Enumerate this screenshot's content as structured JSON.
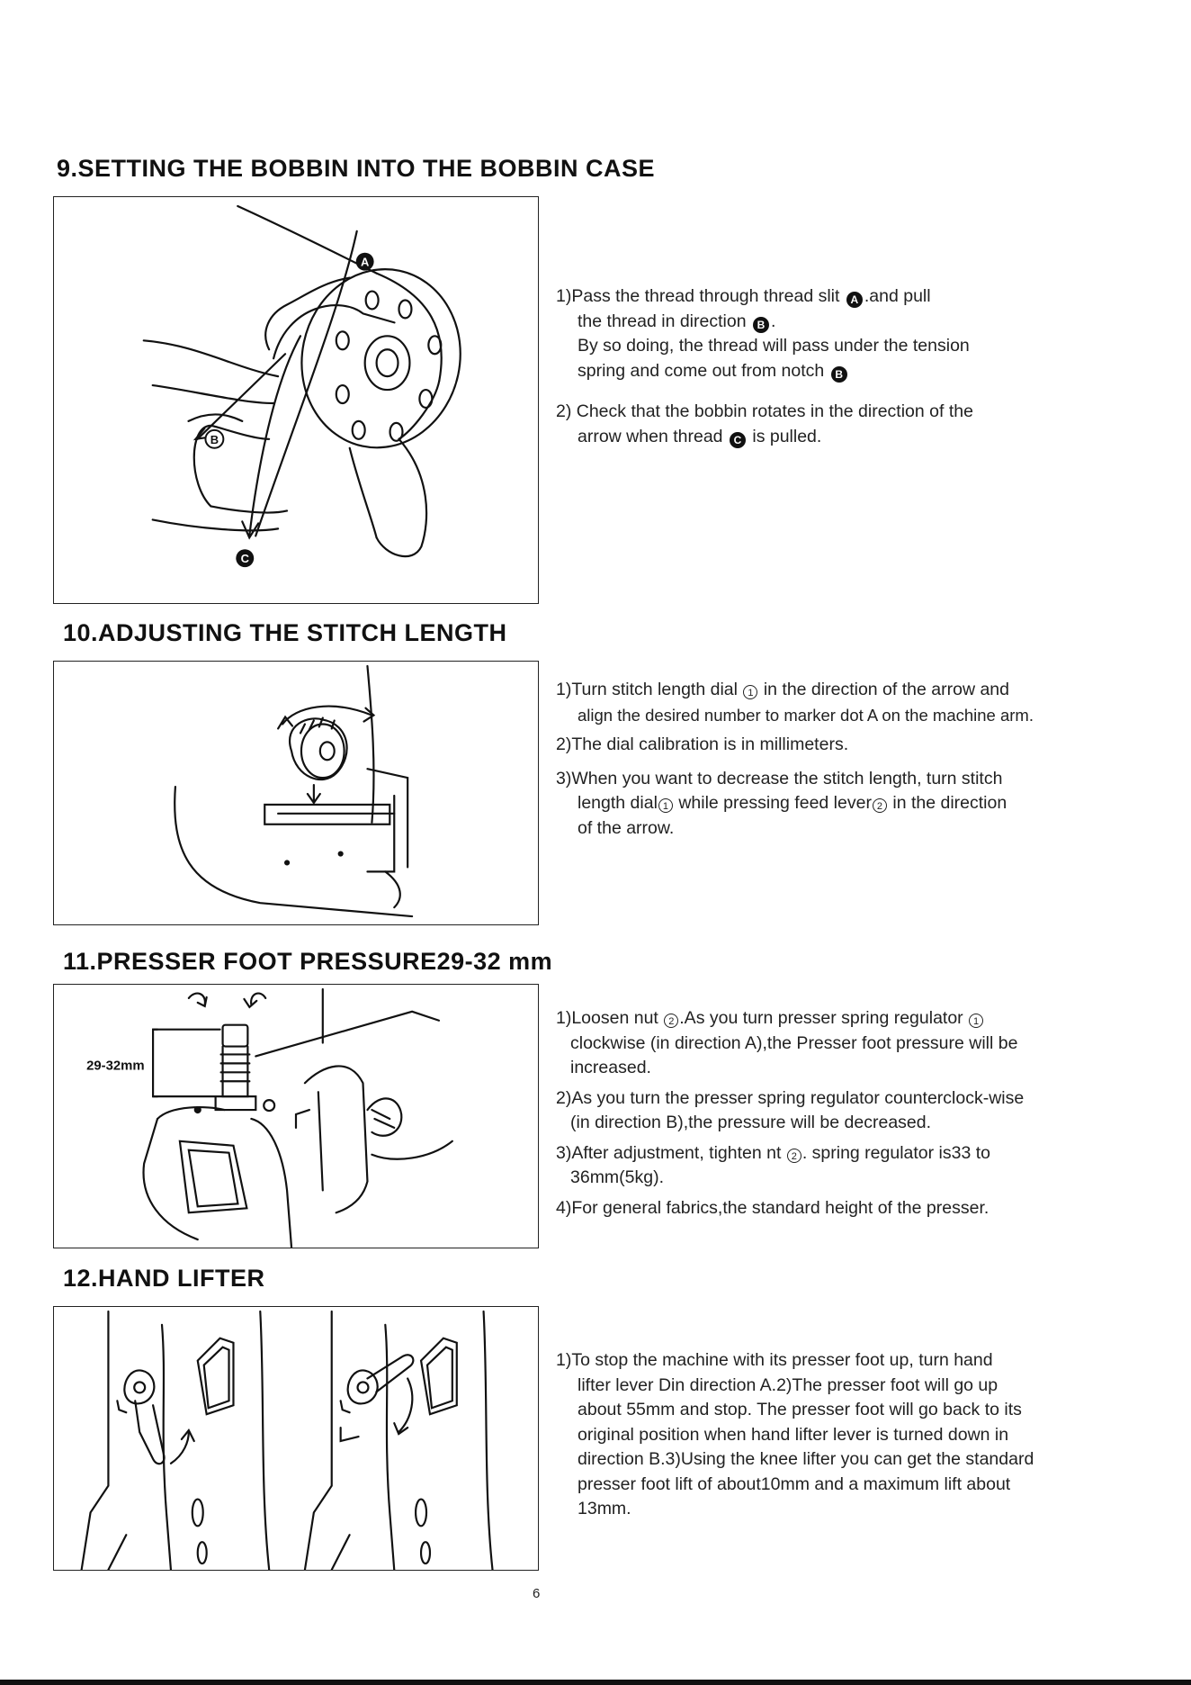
{
  "sections": {
    "s9": {
      "title": "9.SETTING THE BOBBIN INTO THE BOBBIN CASE",
      "p1_a": "1)Pass the thread through thread slit",
      "p1_b": ".and pull",
      "p1_c": "the thread in direction",
      "p1_d": ".",
      "p1_e": "By so doing, the thread will pass under the tension",
      "p1_f": "spring and come out from notch",
      "p2_a": "2) Check that the bobbin rotates in the direction of the",
      "p2_b": "arrow when thread",
      "p2_c": "is pulled.",
      "marker_a": "A",
      "marker_b": "B",
      "marker_c": "C"
    },
    "s10": {
      "title": "10.ADJUSTING THE STITCH LENGTH",
      "p1_a": "1)Turn stitch length dial",
      "p1_b": "in the direction of the arrow and",
      "p1_c": "align the desired number to marker dot A on the machine arm.",
      "p2": "2)The dial calibration is in millimeters.",
      "p3_a": "3)When you want to decrease the stitch length, turn stitch",
      "p3_b": "length dial",
      "p3_c": "while pressing feed lever",
      "p3_d": "in the  direction",
      "p3_e": "of the arrow.",
      "num1": "1",
      "num2": "2"
    },
    "s11": {
      "title": "11.PRESSER FOOT PRESSURE29-32 mm",
      "fig_label": "29-32mm",
      "p1_a": "1)Loosen nut",
      "p1_b": ".As you turn presser spring regulator",
      "p1_c": "clockwise (in direction A),the Presser foot pressure will be",
      "p1_d": "increased.",
      "p2_a": "2)As you turn the presser spring regulator counterclock-wise",
      "p2_b": "(in direction B),the pressure will be decreased.",
      "p3_a": "3)After adjustment, tighten nt",
      "p3_b": ". spring regulator is33 to",
      "p3_c": "36mm(5kg).",
      "p4": "4)For general fabrics,the standard height of the presser.",
      "num1": "1",
      "num2": "2"
    },
    "s12": {
      "title": "12.HAND LIFTER",
      "p1_a": "1)To stop the machine with its presser foot up, turn hand",
      "p1_b": "lifter lever Din direction A.2)The presser foot will go up",
      "p1_c": "about 55mm and stop. The presser foot will go back to its",
      "p1_d": "original position when hand lifter lever is turned down in",
      "p1_e": "direction B.3)Using the knee lifter you can get the standard",
      "p1_f": "presser foot lift of about10mm and a maximum lift about",
      "p1_g": "13mm."
    }
  },
  "page_number": "6"
}
